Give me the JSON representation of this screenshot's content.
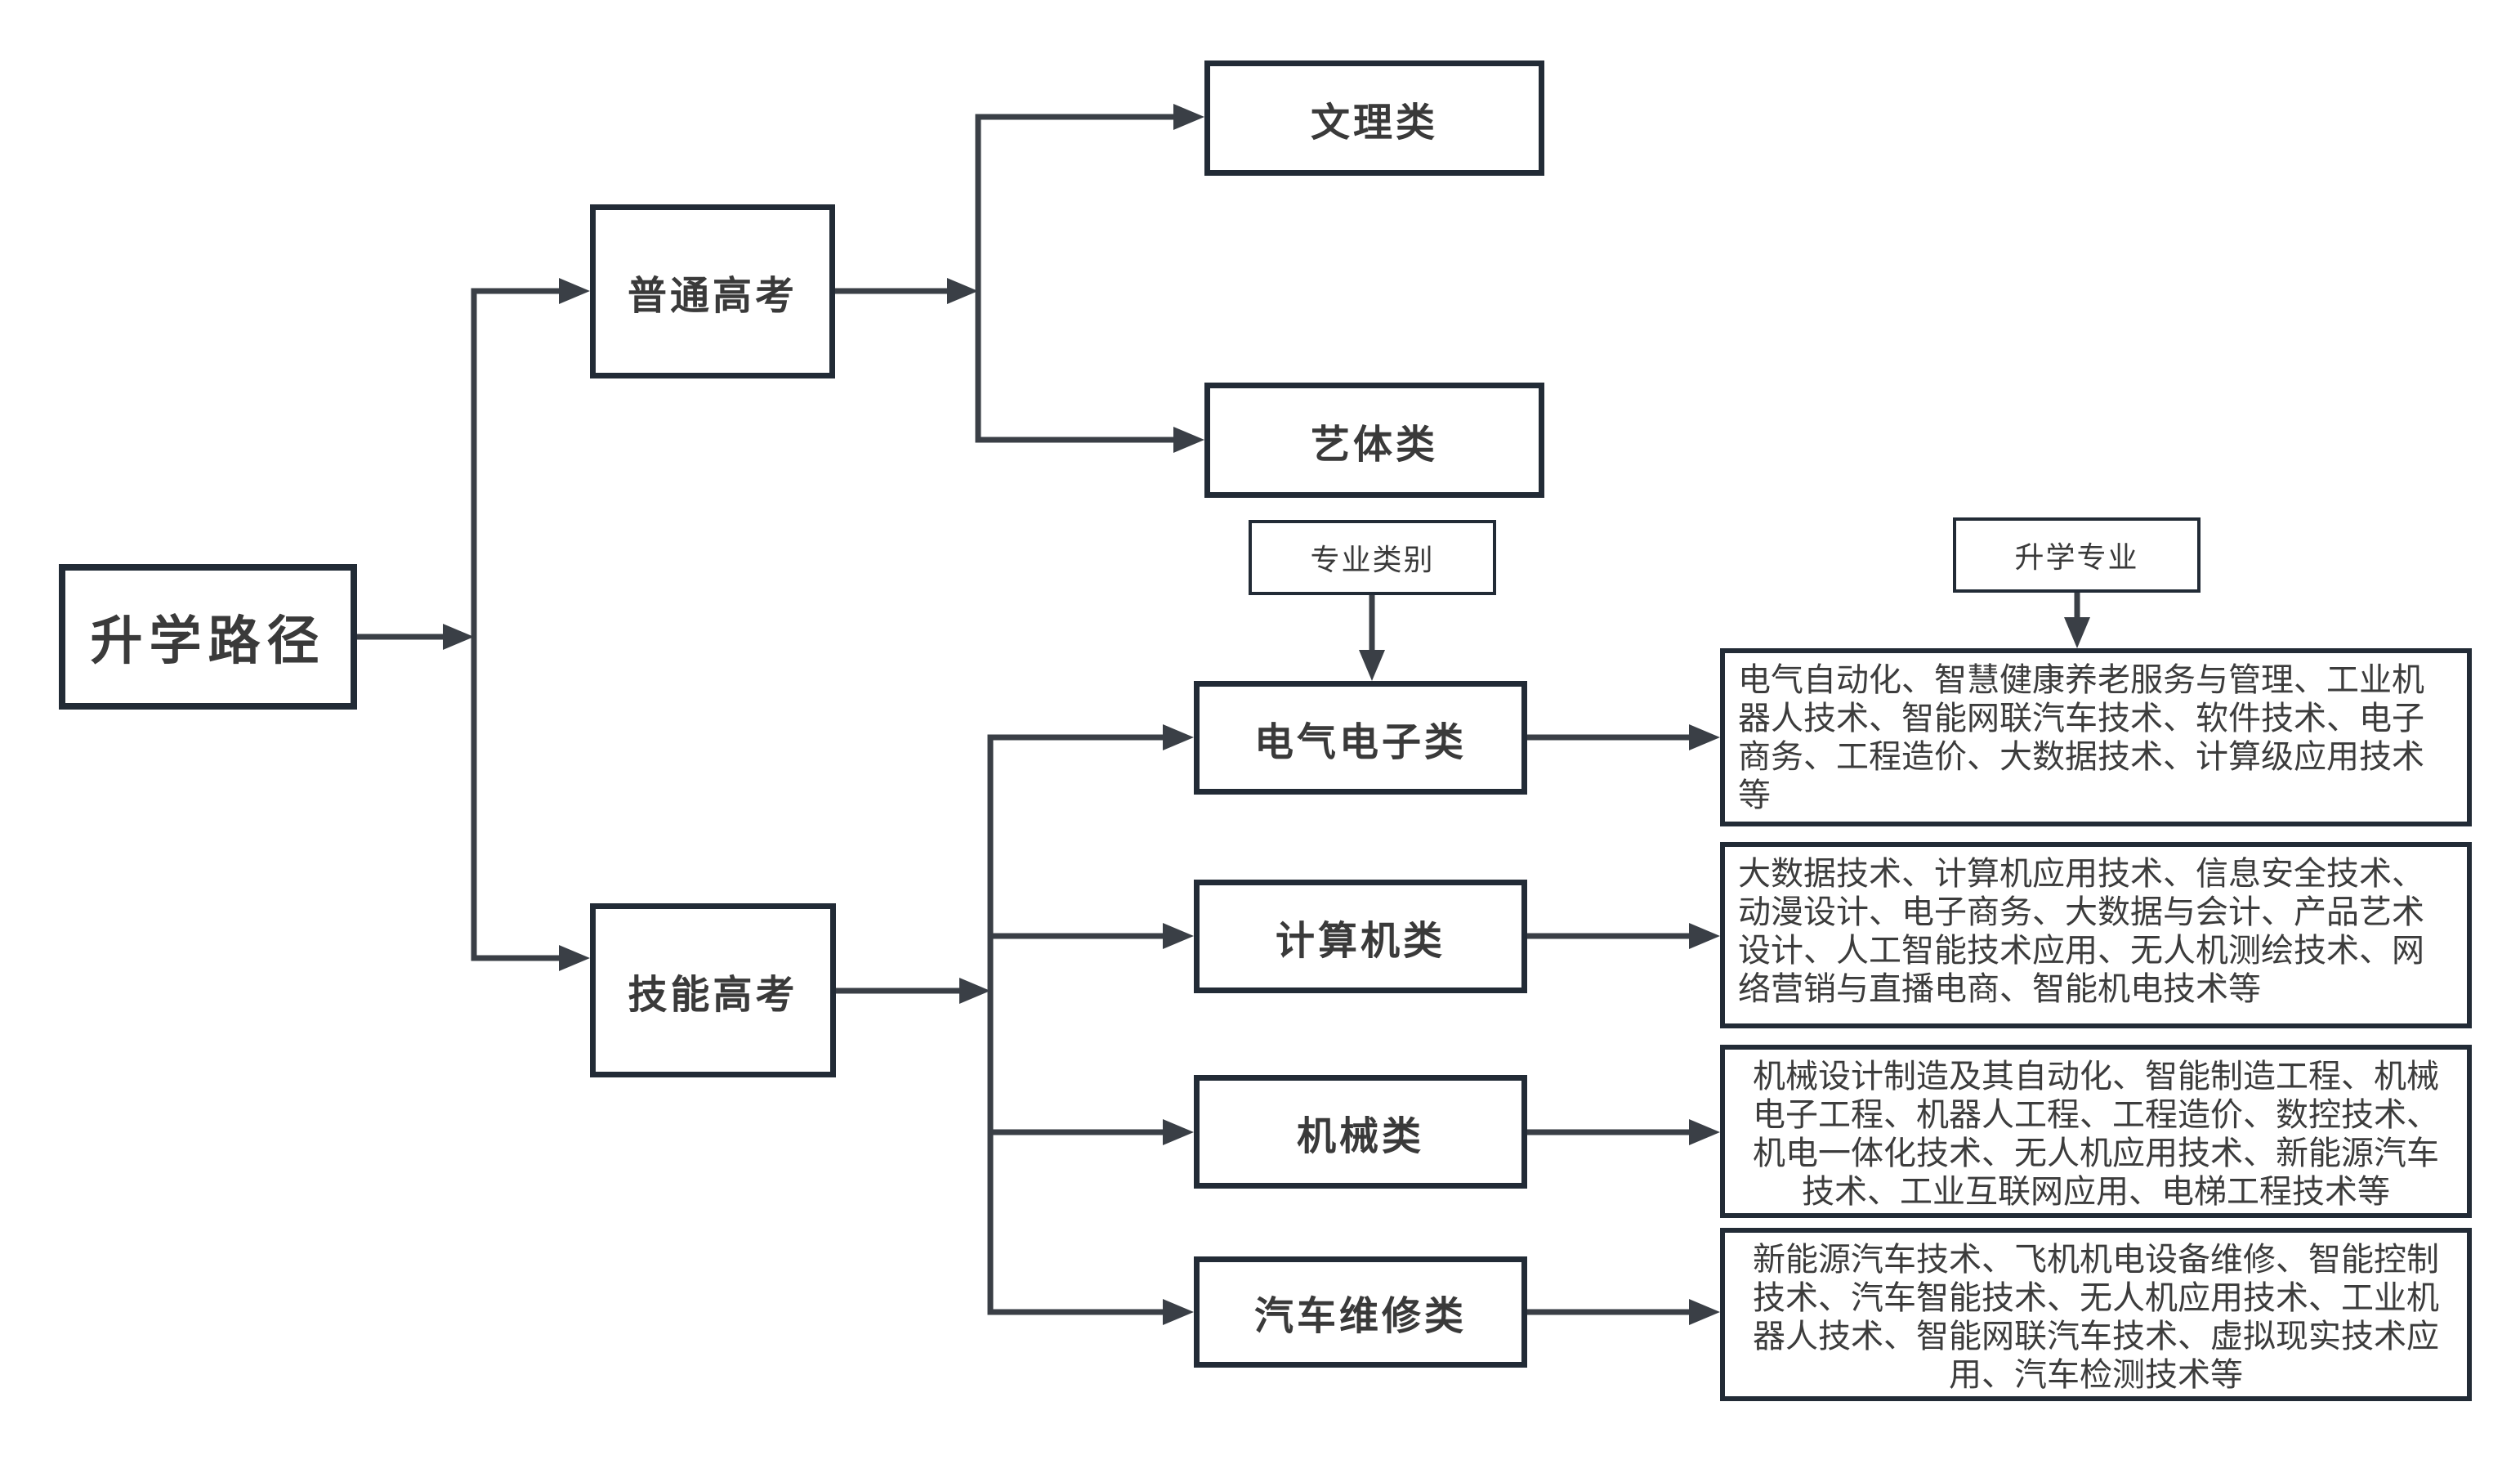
{
  "diagram": {
    "root": {
      "label": "升学路径"
    },
    "exams": [
      {
        "label": "普通高考"
      },
      {
        "label": "技能高考"
      }
    ],
    "general_tracks": [
      {
        "label": "文理类"
      },
      {
        "label": "艺体类"
      }
    ],
    "legend": {
      "category_label": "专业类别",
      "major_label": "升学专业"
    },
    "skill_categories": [
      {
        "label": "电气电子类",
        "majors": "电气自动化、智慧健康养老服务与管理、工业机器人技术、智能网联汽车技术、软件技术、电子商务、工程造价、大数据技术、计算级应用技术等"
      },
      {
        "label": "计算机类",
        "majors": "大数据技术、计算机应用技术、信息安全技术、动漫设计、电子商务、大数据与会计、产品艺术设计、人工智能技术应用、无人机测绘技术、网络营销与直播电商、智能机电技术等"
      },
      {
        "label": "机械类",
        "majors": "机械设计制造及其自动化、智能制造工程、机械电子工程、机器人工程、工程造价、数控技术、机电一体化技术、无人机应用技术、新能源汽车技术、工业互联网应用、电梯工程技术等"
      },
      {
        "label": "汽车维修类",
        "majors": "新能源汽车技术、飞机机电设备维修、智能控制技术、汽车智能技术、无人机应用技术、工业机器人技术、智能网联汽车技术、虚拟现实技术应用、汽车检测技术等"
      }
    ],
    "colors": {
      "box_border": "#222b36",
      "arrow": "#3a3f46",
      "text": "#3a3a3a",
      "background": "#ffffff"
    }
  }
}
